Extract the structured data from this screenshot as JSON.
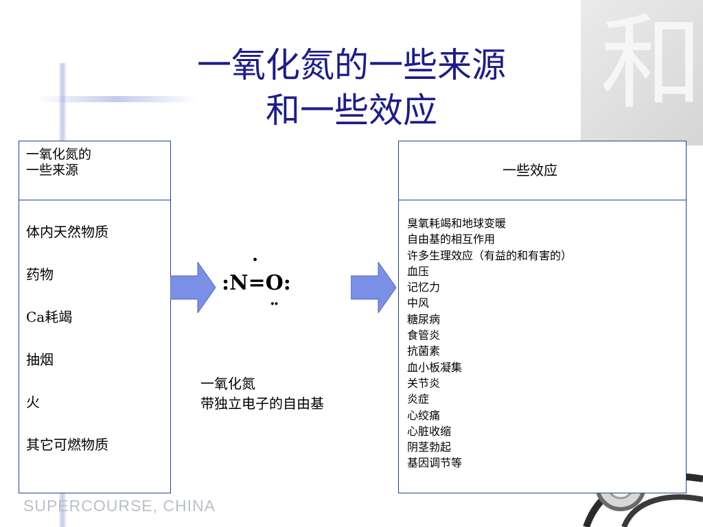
{
  "title": {
    "line1": "一氧化氮的一些来源",
    "line2": "和一些效应"
  },
  "sources": {
    "heading_line1": "一氧化氮的",
    "heading_line2": "一些来源",
    "items": [
      "体内天然物质",
      "药物",
      "Ca耗竭",
      "抽烟",
      "火",
      "其它可燃物质"
    ]
  },
  "effects": {
    "heading": "一些效应",
    "items": [
      "臭氧耗竭和地球变暖",
      "自由基的相互作用",
      "许多生理效应（有益的和有害的）",
      "血压",
      "记忆力",
      "中风",
      "糖尿病",
      "食管炎",
      "抗菌素",
      "血小板凝集",
      "关节炎",
      "炎症",
      "心绞痛",
      "心脏收缩",
      "阴茎勃起",
      "基因调节等"
    ]
  },
  "molecule": {
    "formula": ":N=O:",
    "dot_top": "·",
    "dot_bottom": "··"
  },
  "caption": {
    "line1": "一氧化氮",
    "line2": "带独立电子的自由基"
  },
  "watermark": "SUPERCOURSE, CHINA",
  "seal_glyph": "和",
  "colors": {
    "title": "#1c1c8c",
    "arrow": "#7a90e6",
    "box_border": "#1f3f8f"
  }
}
